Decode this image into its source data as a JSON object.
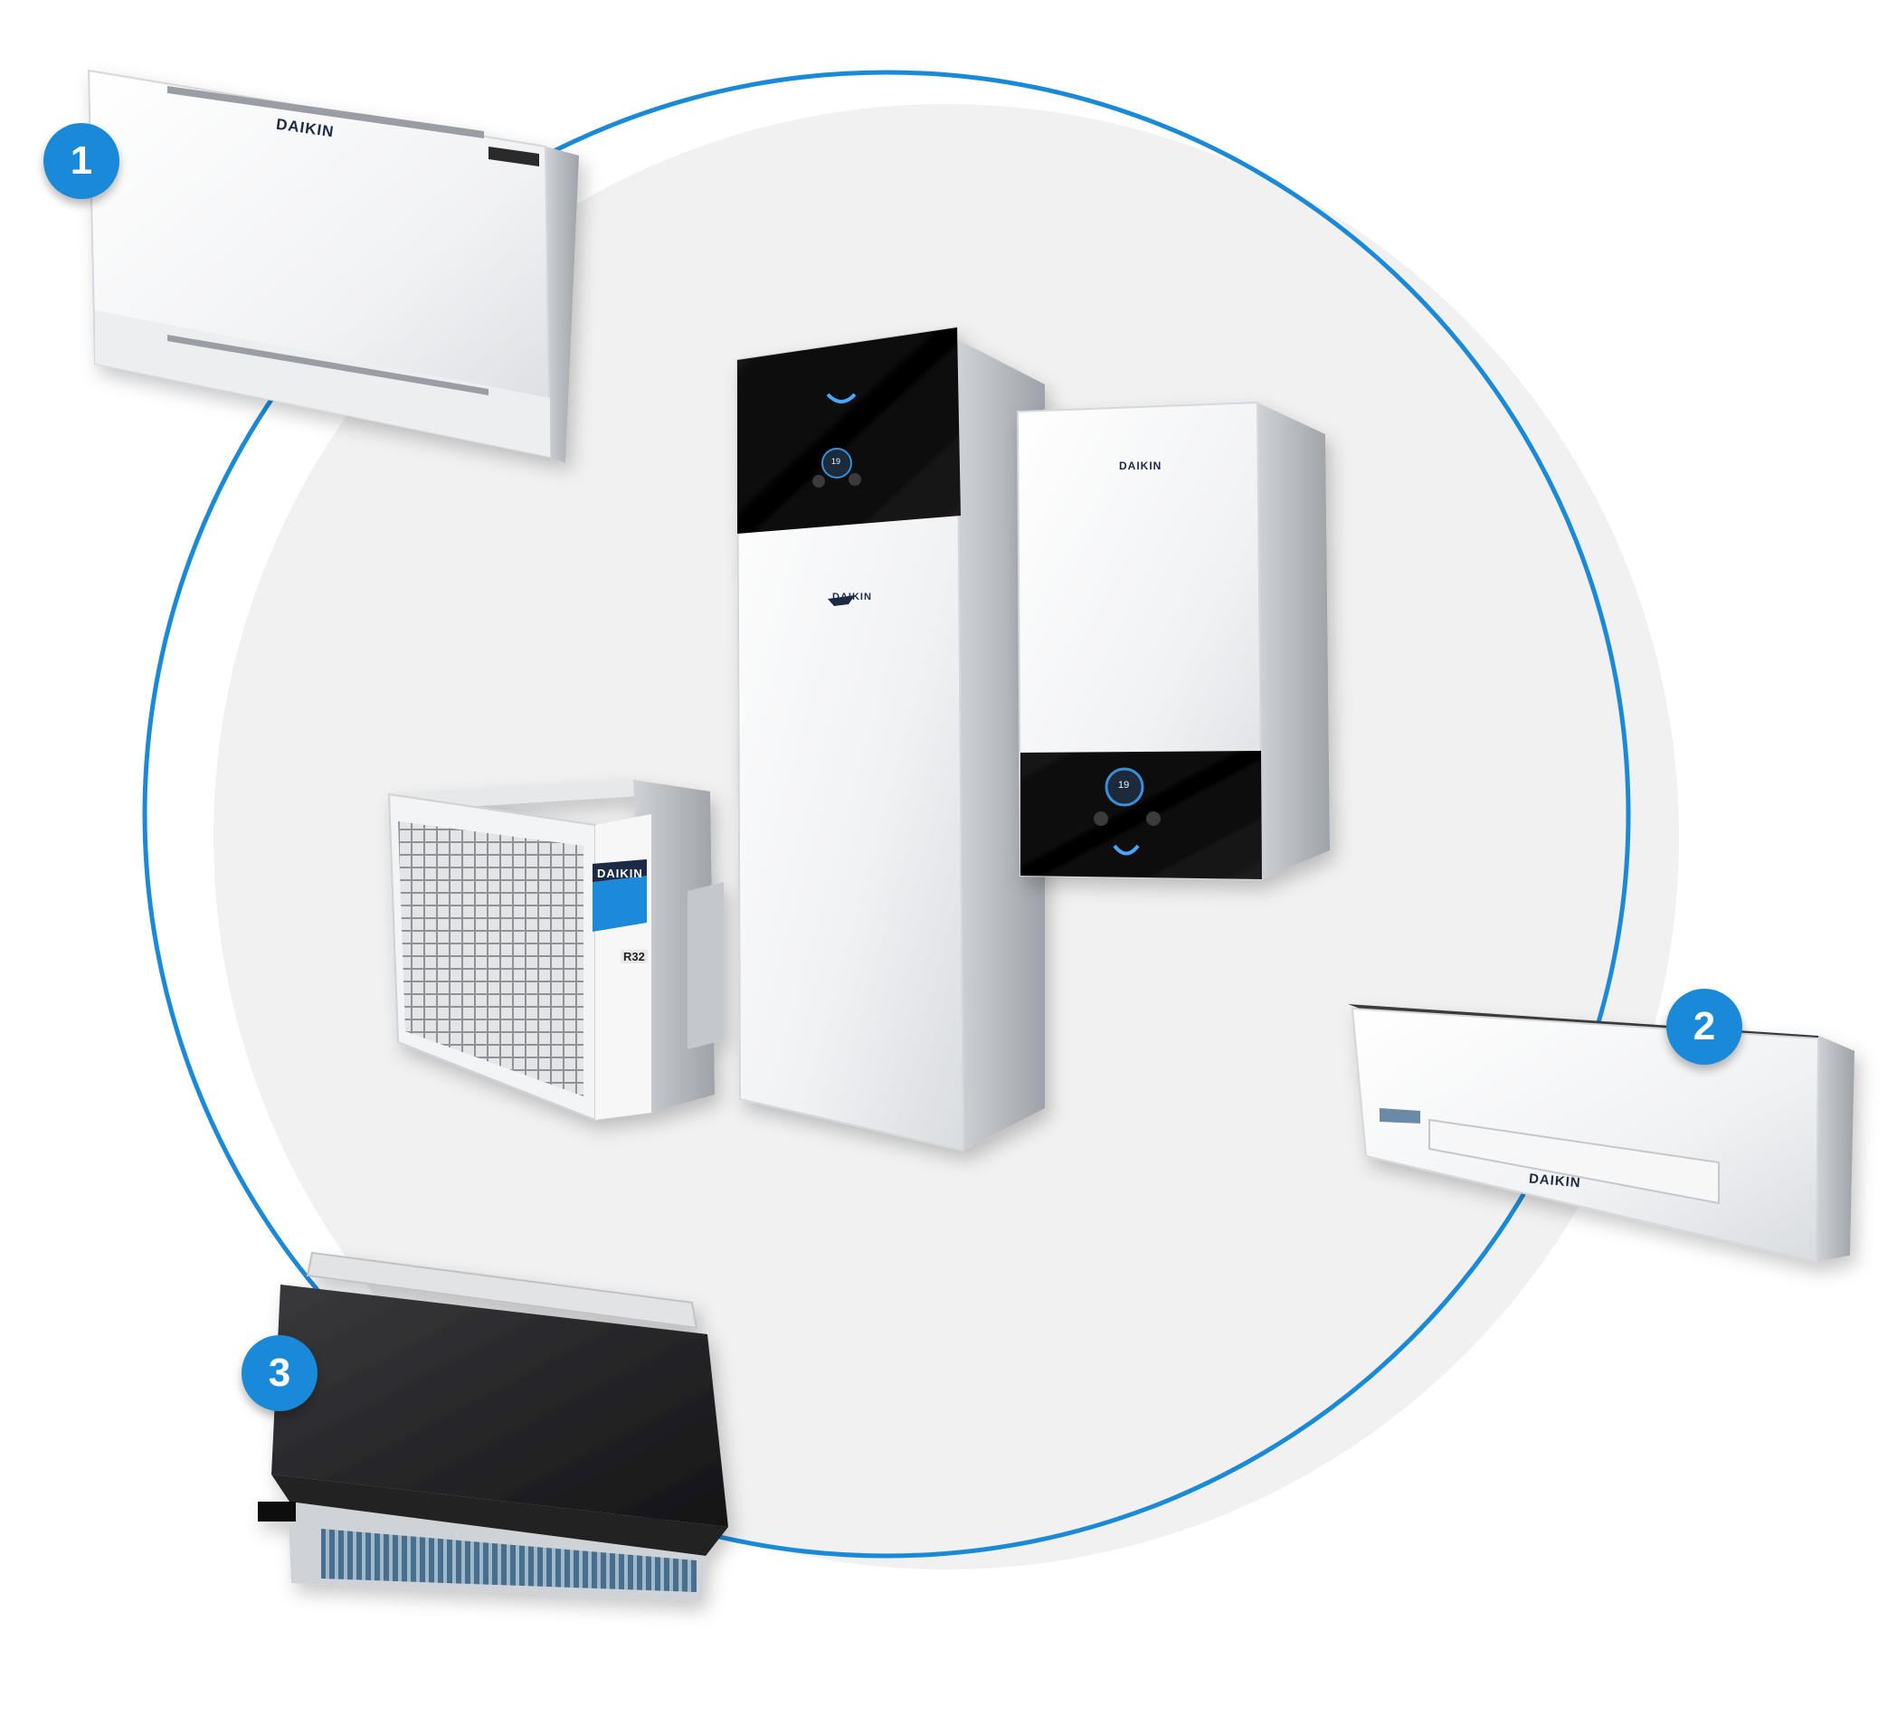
{
  "brand": {
    "name": "DAIKIN",
    "accent_color": "#1a8ad8",
    "label_color": "#1d2a44"
  },
  "badges": [
    {
      "label": "1",
      "unit": "floor-standing-convector"
    },
    {
      "label": "2",
      "unit": "wall-mounted-heat-pump-convector"
    },
    {
      "label": "3",
      "unit": "concealed-fan-coil-unit"
    }
  ],
  "outdoor_unit": {
    "brand_label": "DAIKIN",
    "refrigerant_label": "R32"
  },
  "indoor_wall_unit": {
    "display_value": "19"
  },
  "floor_tank_unit": {
    "display_value": "19"
  }
}
